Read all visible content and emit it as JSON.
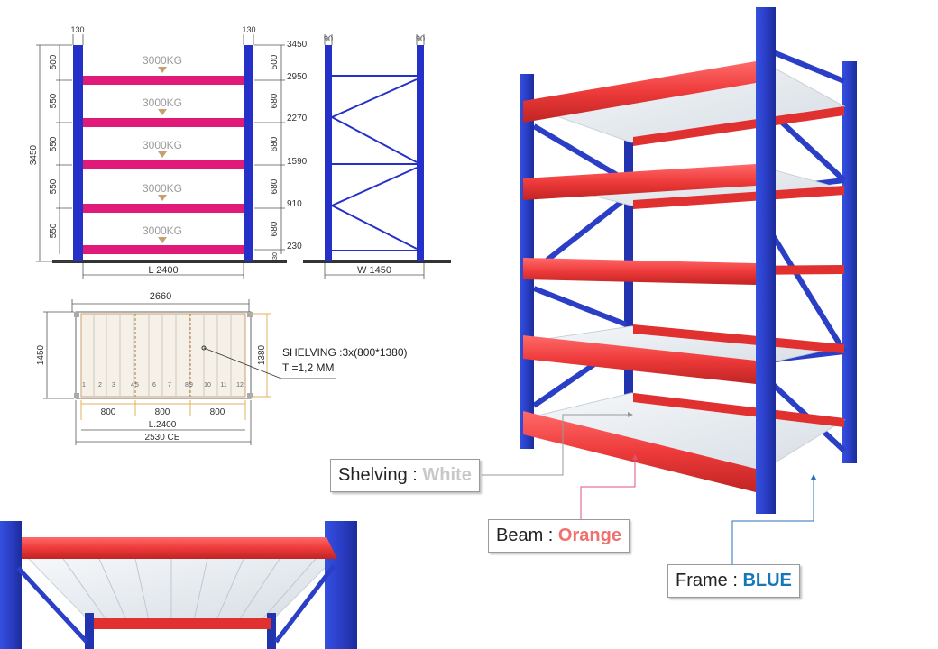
{
  "colors": {
    "frame": "#2a3ec6",
    "beam": "#ee3a3a",
    "shelf_pink": "#e01a78",
    "shelf_white": "#e9eef2",
    "arrow": "#c8a070"
  },
  "front_view": {
    "top_widths": [
      "130",
      "130"
    ],
    "left_dims": [
      "500",
      "550",
      "550",
      "550",
      "550"
    ],
    "overall_height": "3450",
    "right_dims": [
      "500",
      "680",
      "680",
      "680",
      "680",
      "230"
    ],
    "levels": [
      "3450",
      "2950",
      "2270",
      "1590",
      "910",
      "230"
    ],
    "loads": [
      "3000KG",
      "3000KG",
      "3000KG",
      "3000KG",
      "3000KG"
    ],
    "length": "L 2400"
  },
  "side_view": {
    "top_widths": [
      "90",
      "90"
    ],
    "width": "W 1450"
  },
  "plan_view": {
    "overall_width": "2660",
    "depth_left": "1450",
    "depth_right": "1380",
    "slat_numbers": [
      "1",
      "2",
      "3",
      "4",
      "5",
      "6",
      "7",
      "8",
      "9",
      "10",
      "11",
      "12"
    ],
    "bays": [
      "800",
      "800",
      "800"
    ],
    "length": "L.2400",
    "ce": "2530 CE",
    "shelving_line1": "SHELVING :3x(800*1380)",
    "shelving_line2": "T =1,2 MM"
  },
  "callouts": {
    "shelving": {
      "label": "Shelving : ",
      "value": "White",
      "color": "#c8c8c8"
    },
    "beam": {
      "label": "Beam : ",
      "value": "Orange",
      "color": "#f07070"
    },
    "frame": {
      "label": "Frame : ",
      "value": "BLUE",
      "color": "#1478b8"
    }
  }
}
